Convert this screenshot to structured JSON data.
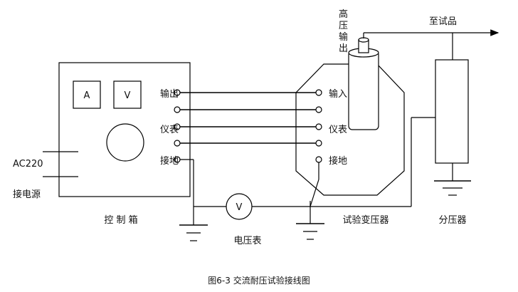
{
  "control_box": {
    "title": "控 制 箱",
    "meter_a": "A",
    "meter_v": "V",
    "terminals": [
      "输出",
      "仪表",
      "接地"
    ]
  },
  "power": {
    "voltage": "AC220",
    "label": "接电源"
  },
  "transformer": {
    "name": "试验变压器",
    "terminals": [
      "输入",
      "仪表",
      "接地"
    ],
    "hv_output": [
      "高",
      "压",
      "输",
      "出"
    ]
  },
  "voltmeter": {
    "symbol": "V",
    "label": "电压表"
  },
  "divider": {
    "name": "分压器"
  },
  "to_sample": "至试品",
  "caption": "图6-3   交流耐压试验接线图"
}
